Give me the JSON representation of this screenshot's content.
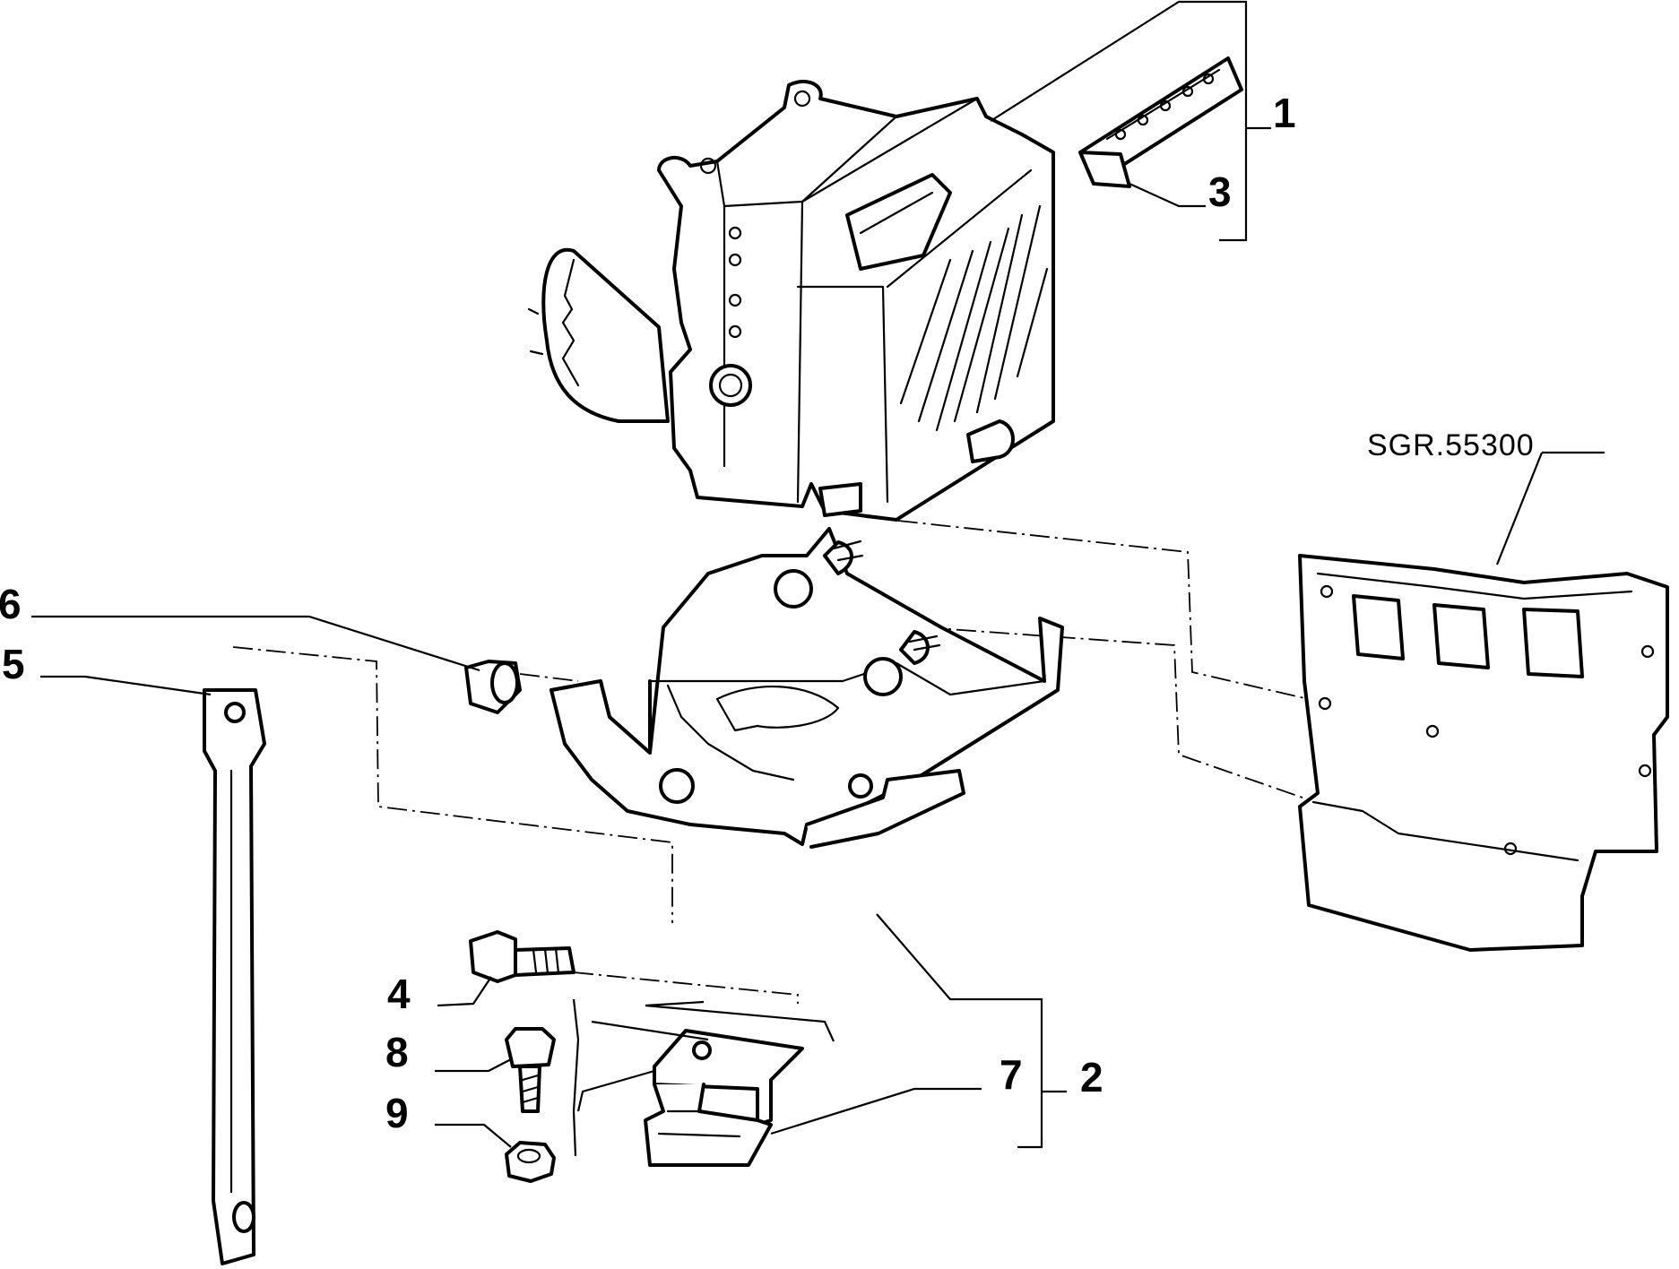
{
  "callouts": [
    {
      "id": "1",
      "text": "1"
    },
    {
      "id": "2",
      "text": "2"
    },
    {
      "id": "3",
      "text": "3"
    },
    {
      "id": "4",
      "text": "4"
    },
    {
      "id": "5",
      "text": "5"
    },
    {
      "id": "6",
      "text": "6"
    },
    {
      "id": "7",
      "text": "7"
    },
    {
      "id": "8",
      "text": "8"
    },
    {
      "id": "9",
      "text": "9"
    }
  ],
  "reference": {
    "text": "SGR.55300"
  }
}
